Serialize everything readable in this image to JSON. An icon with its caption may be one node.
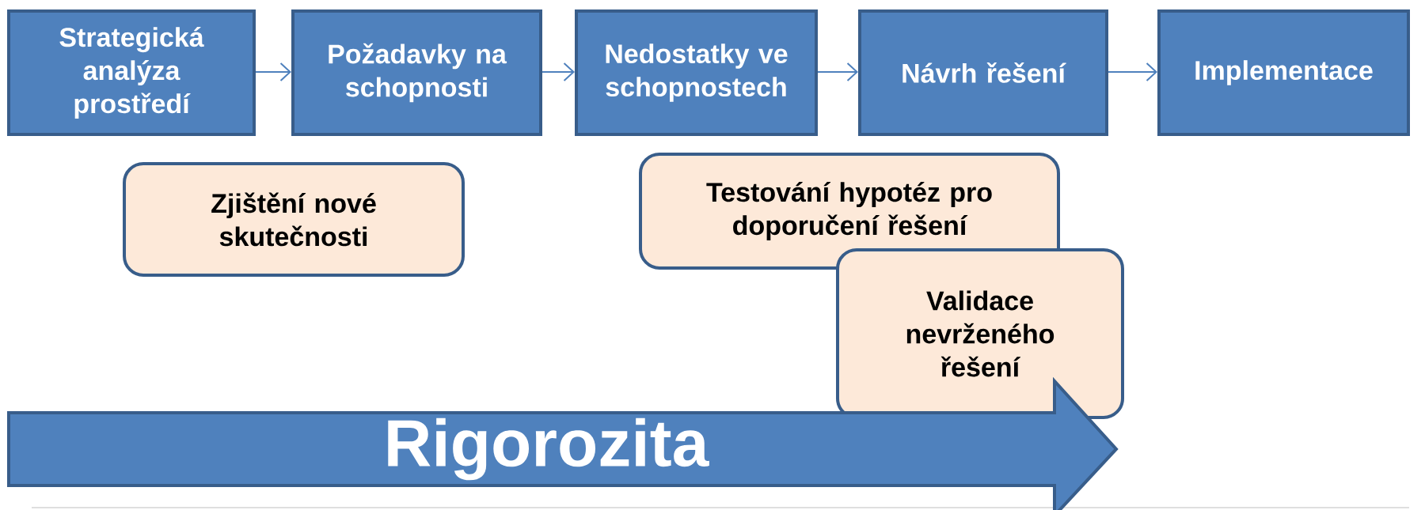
{
  "diagram": {
    "nodes": [
      {
        "text": [
          "Strategická analýza prostředí"
        ]
      },
      {
        "text": [
          "Požadavky na schopnosti"
        ]
      },
      {
        "text": [
          "Nedostatky ve schopnostech"
        ]
      },
      {
        "text": [
          "Návrh řešení"
        ]
      },
      {
        "text": [
          "Implementace"
        ]
      },
      {
        "text": [
          "Zjištění nové skutečnosti"
        ]
      },
      {
        "text": [
          "Testování hypotéz pro doporučení řešení"
        ]
      },
      {
        "text": [
          "Validace nevrženého řešení"
        ]
      },
      {
        "text": [
          "Rigorozita"
        ]
      }
    ],
    "edges": [
      {
        "from": 0,
        "to": 1,
        "arrow": "to"
      },
      {
        "from": 1,
        "to": 2,
        "arrow": "to"
      },
      {
        "from": 2,
        "to": 3,
        "arrow": "to"
      },
      {
        "from": 3,
        "to": 4,
        "arrow": "to"
      }
    ]
  }
}
